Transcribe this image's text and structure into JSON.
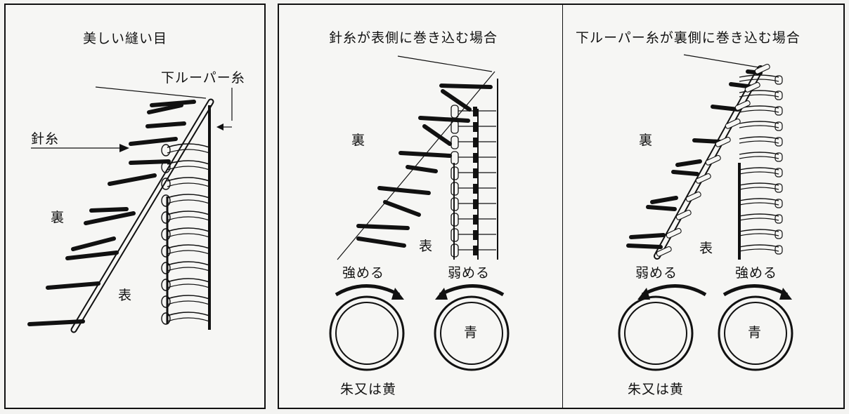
{
  "panels": [
    {
      "title": "美しい縫い目",
      "callouts": {
        "looper_thread": "下ルーパー糸",
        "needle_thread": "針糸"
      },
      "labels": {
        "back": "裏",
        "front": "表"
      }
    },
    {
      "title": "針糸が表側に巻き込む場合",
      "labels": {
        "back": "裏",
        "front": "表"
      },
      "dial_left": {
        "direction": "強める",
        "color": "朱又は黄"
      },
      "dial_right": {
        "direction": "弱める",
        "color": "青"
      }
    },
    {
      "title": "下ルーパー糸が裏側に巻き込む場合",
      "labels": {
        "back": "裏",
        "front": "表"
      },
      "dial_left": {
        "direction": "弱める",
        "color": "朱又は黄"
      },
      "dial_right": {
        "direction": "強める",
        "color": "青"
      }
    }
  ]
}
